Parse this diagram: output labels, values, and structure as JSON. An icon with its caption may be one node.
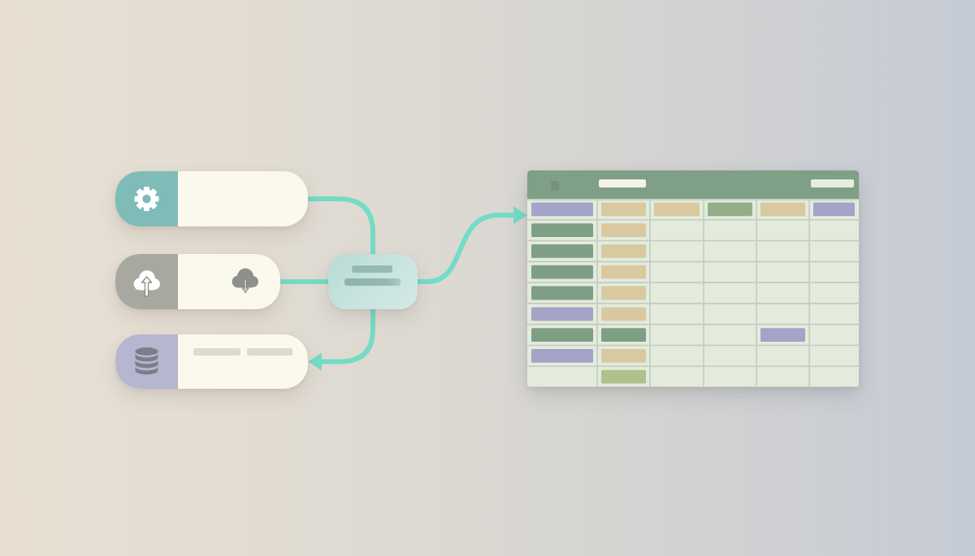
{
  "diagram": {
    "nodes": [
      {
        "text": [],
        "shape": "box"
      },
      {
        "text": [],
        "shape": "box"
      },
      {
        "text": [],
        "shape": "box"
      },
      {
        "text": [],
        "shape": "box"
      },
      {
        "text": [],
        "shape": "table"
      }
    ],
    "edges": [
      {
        "from": 0,
        "to": 3,
        "arrow": "none"
      },
      {
        "from": 1,
        "to": 3,
        "arrow": "none"
      },
      {
        "from": 3,
        "to": 2,
        "arrow": "to"
      },
      {
        "from": 3,
        "to": 4,
        "arrow": "to"
      }
    ]
  }
}
